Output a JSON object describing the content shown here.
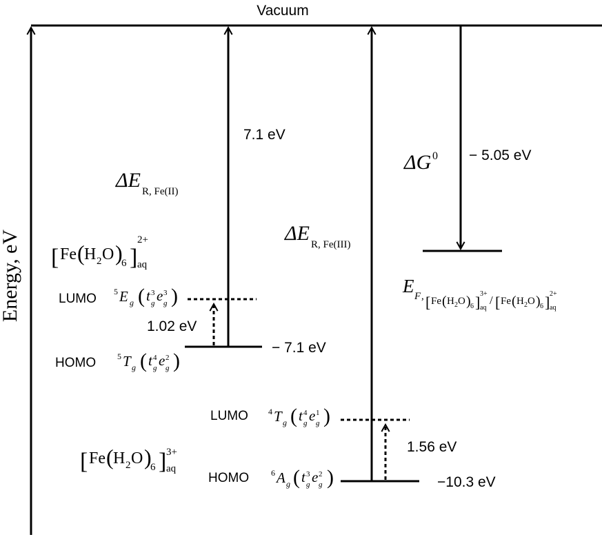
{
  "vacuum_label": "Vacuum",
  "y_axis_label": "Energy, eV",
  "fe2": {
    "complex": {
      "open": "[",
      "metal": "Fe",
      "ligand_h": "H",
      "ligand_sub": "2",
      "ligand_o": "O",
      "n": "6",
      "charge": "2+",
      "phase": "aq",
      "close": "]"
    },
    "delta_e_symbol": "ΔE",
    "delta_e_sub": "R, Fe(II)",
    "ionization_energy": "7.1 eV",
    "homo_energy": "− 7.1 eV",
    "gap": "1.02 eV",
    "lumo": {
      "label": "LUMO",
      "term_sup": "5",
      "term": "E",
      "term_sub": "g",
      "config": {
        "t_sup": "3",
        "e_sup": "3"
      }
    },
    "homo": {
      "label": "HOMO",
      "term_sup": "5",
      "term": "T",
      "term_sub": "g",
      "config": {
        "t_sup": "4",
        "e_sup": "2"
      }
    }
  },
  "fe3": {
    "complex": {
      "open": "[",
      "metal": "Fe",
      "ligand_h": "H",
      "ligand_sub": "2",
      "ligand_o": "O",
      "n": "6",
      "charge": "3+",
      "phase": "aq",
      "close": "]"
    },
    "delta_e_symbol": "ΔE",
    "delta_e_sub": "R, Fe(III)",
    "homo_energy": "−10.3 eV",
    "gap": "1.56 eV",
    "lumo": {
      "label": "LUMO",
      "term_sup": "4",
      "term": "T",
      "term_sub": "g",
      "config": {
        "t_sup": "4",
        "e_sup": "1"
      }
    },
    "homo": {
      "label": "HOMO",
      "term_sup": "6",
      "term": "A",
      "term_sub": "g",
      "config": {
        "t_sup": "3",
        "e_sup": "2"
      }
    }
  },
  "fermi": {
    "delta_g_symbol": "ΔG",
    "delta_g_sup": "0",
    "delta_g_value": "− 5.05 eV",
    "ef_symbol": "E",
    "ef_sub": "F",
    "ef_sep": ",",
    "ox": {
      "metal": "Fe",
      "ligand_h": "H",
      "ligand_sub": "2",
      "ligand_o": "O",
      "n": "6",
      "charge": "3+",
      "phase": "aq"
    },
    "slash": "/",
    "red": {
      "metal": "Fe",
      "ligand_h": "H",
      "ligand_sub": "2",
      "ligand_o": "O",
      "n": "6",
      "charge": "2+",
      "phase": "aq"
    }
  },
  "orbital_letters": {
    "t": "t",
    "e": "e",
    "g": "g",
    "lp": "(",
    "rp": ")"
  }
}
